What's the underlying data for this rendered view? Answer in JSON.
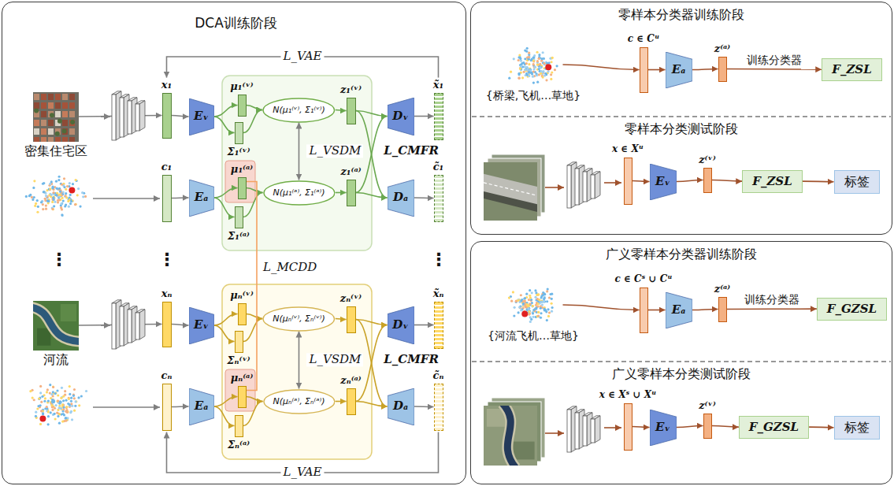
{
  "diagram": {
    "nodes": [
      {
        "text": [
          "DCA训练阶段"
        ]
      },
      {
        "text": [
          "密集住宅区"
        ],
        "in": 0
      },
      {
        "text": [
          "x₁"
        ],
        "in": 0
      },
      {
        "text": [
          "Eᵥ"
        ],
        "in": 0
      },
      {
        "text": [
          "μ₁⁽ᵛ⁾"
        ],
        "in": 0
      },
      {
        "text": [
          "Σ₁⁽ᵛ⁾"
        ],
        "in": 0
      },
      {
        "text": [
          "N(μ₁⁽ᵛ⁾, Σ₁⁽ᵛ⁾)"
        ],
        "in": 0
      },
      {
        "text": [
          "z₁⁽ᵛ⁾"
        ],
        "in": 0
      },
      {
        "text": [
          "Dᵥ"
        ],
        "in": 0
      },
      {
        "text": [
          "x̃₁"
        ],
        "in": 0
      },
      {
        "text": [
          "c₁"
        ],
        "in": 0
      },
      {
        "text": [
          "Eₐ"
        ],
        "in": 0
      },
      {
        "text": [
          "μ₁⁽ᵃ⁾"
        ],
        "in": 0
      },
      {
        "text": [
          "Σ₁⁽ᵃ⁾"
        ],
        "in": 0
      },
      {
        "text": [
          "N(μ₁⁽ᵃ⁾, Σ₁⁽ᵃ⁾)"
        ],
        "in": 0
      },
      {
        "text": [
          "z₁⁽ᵃ⁾"
        ],
        "in": 0
      },
      {
        "text": [
          "Dₐ"
        ],
        "in": 0
      },
      {
        "text": [
          "c̃₁"
        ],
        "in": 0
      },
      {
        "text": [
          "河流"
        ],
        "in": 0
      },
      {
        "text": [
          "xₙ"
        ],
        "in": 0
      },
      {
        "text": [
          "Eᵥ"
        ],
        "in": 0
      },
      {
        "text": [
          "μₙ⁽ᵛ⁾"
        ],
        "in": 0
      },
      {
        "text": [
          "Σₙ⁽ᵛ⁾"
        ],
        "in": 0
      },
      {
        "text": [
          "N(μₙ⁽ᵛ⁾, Σₙ⁽ᵛ⁾)"
        ],
        "in": 0
      },
      {
        "text": [
          "zₙ⁽ᵛ⁾"
        ],
        "in": 0
      },
      {
        "text": [
          "Dᵥ"
        ],
        "in": 0
      },
      {
        "text": [
          "x̃ₙ"
        ],
        "in": 0
      },
      {
        "text": [
          "cₙ"
        ],
        "in": 0
      },
      {
        "text": [
          "Eₐ"
        ],
        "in": 0
      },
      {
        "text": [
          "μₙ⁽ᵃ⁾"
        ],
        "in": 0
      },
      {
        "text": [
          "Σₙ⁽ᵃ⁾"
        ],
        "in": 0
      },
      {
        "text": [
          "N(μₙ⁽ᵃ⁾, Σₙ⁽ᵃ⁾)"
        ],
        "in": 0
      },
      {
        "text": [
          "zₙ⁽ᵃ⁾"
        ],
        "in": 0
      },
      {
        "text": [
          "Dₐ"
        ],
        "in": 0
      },
      {
        "text": [
          "c̃ₙ"
        ],
        "in": 0
      },
      {
        "text": [
          "零样本分类器训练阶段",
          "零样本分类测试阶段"
        ]
      },
      {
        "text": [
          "{桥梁,飞机…草地}"
        ],
        "in": 35
      },
      {
        "text": [
          "c ∈ Cᵘ"
        ],
        "in": 35
      },
      {
        "text": [
          "Eₐ"
        ],
        "in": 35
      },
      {
        "text": [
          "z⁽ᵃ⁾"
        ],
        "in": 35
      },
      {
        "text": [
          "F_ZSL"
        ],
        "in": 35
      },
      {
        "text": [
          "x ∈ Xᵘ"
        ],
        "in": 35
      },
      {
        "text": [
          "Eᵥ"
        ],
        "in": 35
      },
      {
        "text": [
          "z⁽ᵛ⁾"
        ],
        "in": 35
      },
      {
        "text": [
          "F_ZSL"
        ],
        "in": 35
      },
      {
        "text": [
          "标签"
        ],
        "in": 35
      },
      {
        "text": [
          "广义零样本分类器训练阶段",
          "广义零样本分类测试阶段"
        ]
      },
      {
        "text": [
          "{河流飞机…草地}"
        ],
        "in": 46
      },
      {
        "text": [
          "c ∈ Cˢ ∪ Cᵘ"
        ],
        "in": 46
      },
      {
        "text": [
          "Eₐ"
        ],
        "in": 46
      },
      {
        "text": [
          "z⁽ᵃ⁾"
        ],
        "in": 46
      },
      {
        "text": [
          "F_GZSL"
        ],
        "in": 46
      },
      {
        "text": [
          "x ∈ Xˢ ∪ Xᵘ"
        ],
        "in": 46
      },
      {
        "text": [
          "Eᵥ"
        ],
        "in": 46
      },
      {
        "text": [
          "z⁽ᵛ⁾"
        ],
        "in": 46
      },
      {
        "text": [
          "F_GZSL"
        ],
        "in": 46
      },
      {
        "text": [
          "标签"
        ],
        "in": 46
      }
    ],
    "edges": [
      {
        "from": 1,
        "to": 2,
        "arrow": "to"
      },
      {
        "from": 2,
        "to": 3,
        "arrow": "to"
      },
      {
        "from": 3,
        "to": 4,
        "arrow": "to"
      },
      {
        "from": 3,
        "to": 5,
        "arrow": "to"
      },
      {
        "from": 4,
        "to": 6,
        "arrow": "to"
      },
      {
        "from": 5,
        "to": 6,
        "arrow": "to"
      },
      {
        "from": 6,
        "to": 7,
        "arrow": "to"
      },
      {
        "from": 7,
        "to": 8,
        "arrow": "to"
      },
      {
        "from": 7,
        "to": 16,
        "arrow": "to"
      },
      {
        "from": 8,
        "to": 9,
        "arrow": "to"
      },
      {
        "from": 10,
        "to": 11,
        "arrow": "to"
      },
      {
        "from": 11,
        "to": 12,
        "arrow": "to"
      },
      {
        "from": 11,
        "to": 13,
        "arrow": "to"
      },
      {
        "from": 12,
        "to": 14,
        "arrow": "to"
      },
      {
        "from": 13,
        "to": 14,
        "arrow": "to"
      },
      {
        "from": 14,
        "to": 15,
        "arrow": "to"
      },
      {
        "from": 15,
        "to": 16,
        "arrow": "to"
      },
      {
        "from": 15,
        "to": 8,
        "arrow": "to"
      },
      {
        "from": 16,
        "to": 17,
        "arrow": "to"
      },
      {
        "from": 6,
        "to": 14,
        "label": "L_VSDM",
        "arrow": "both"
      },
      {
        "from": 9,
        "to": 2,
        "label": "L_VAE",
        "arrow": "to"
      },
      {
        "from": 18,
        "to": 19,
        "arrow": "to"
      },
      {
        "from": 19,
        "to": 20,
        "arrow": "to"
      },
      {
        "from": 20,
        "to": 21,
        "arrow": "to"
      },
      {
        "from": 20,
        "to": 22,
        "arrow": "to"
      },
      {
        "from": 21,
        "to": 23,
        "arrow": "to"
      },
      {
        "from": 22,
        "to": 23,
        "arrow": "to"
      },
      {
        "from": 23,
        "to": 24,
        "arrow": "to"
      },
      {
        "from": 24,
        "to": 25,
        "arrow": "to"
      },
      {
        "from": 24,
        "to": 33,
        "arrow": "to"
      },
      {
        "from": 25,
        "to": 26,
        "arrow": "to"
      },
      {
        "from": 27,
        "to": 28,
        "arrow": "to"
      },
      {
        "from": 28,
        "to": 29,
        "arrow": "to"
      },
      {
        "from": 28,
        "to": 30,
        "arrow": "to"
      },
      {
        "from": 29,
        "to": 31,
        "arrow": "to"
      },
      {
        "from": 30,
        "to": 31,
        "arrow": "to"
      },
      {
        "from": 31,
        "to": 32,
        "arrow": "to"
      },
      {
        "from": 32,
        "to": 33,
        "arrow": "to"
      },
      {
        "from": 32,
        "to": 25,
        "arrow": "to"
      },
      {
        "from": 33,
        "to": 34,
        "arrow": "to"
      },
      {
        "from": 23,
        "to": 31,
        "label": "L_VSDM",
        "arrow": "both"
      },
      {
        "from": 34,
        "to": 27,
        "label": "L_VAE",
        "arrow": "to"
      },
      {
        "from": 12,
        "to": 29,
        "label": "L_MCDD",
        "arrow": "none"
      },
      {
        "from": 36,
        "to": 37,
        "arrow": "to"
      },
      {
        "from": 37,
        "to": 38,
        "arrow": "to"
      },
      {
        "from": 38,
        "to": 39,
        "arrow": "to"
      },
      {
        "from": 39,
        "to": 40,
        "label": "训练分类器",
        "arrow": "to"
      },
      {
        "from": 41,
        "to": 42,
        "arrow": "to"
      },
      {
        "from": 42,
        "to": 43,
        "arrow": "to"
      },
      {
        "from": 43,
        "to": 44,
        "arrow": "to"
      },
      {
        "from": 44,
        "to": 45,
        "arrow": "to"
      },
      {
        "from": 47,
        "to": 48,
        "arrow": "to"
      },
      {
        "from": 48,
        "to": 49,
        "arrow": "to"
      },
      {
        "from": 49,
        "to": 50,
        "arrow": "to"
      },
      {
        "from": 50,
        "to": 51,
        "label": "训练分类器",
        "arrow": "to"
      },
      {
        "from": 52,
        "to": 53,
        "arrow": "to"
      },
      {
        "from": 53,
        "to": 54,
        "arrow": "to"
      },
      {
        "from": 54,
        "to": 55,
        "arrow": "to"
      },
      {
        "from": 55,
        "to": 56,
        "arrow": "to"
      }
    ],
    "labels": [
      "L_CMFR",
      "L_CMFR",
      "⋮",
      "⋮",
      "⋮"
    ]
  }
}
